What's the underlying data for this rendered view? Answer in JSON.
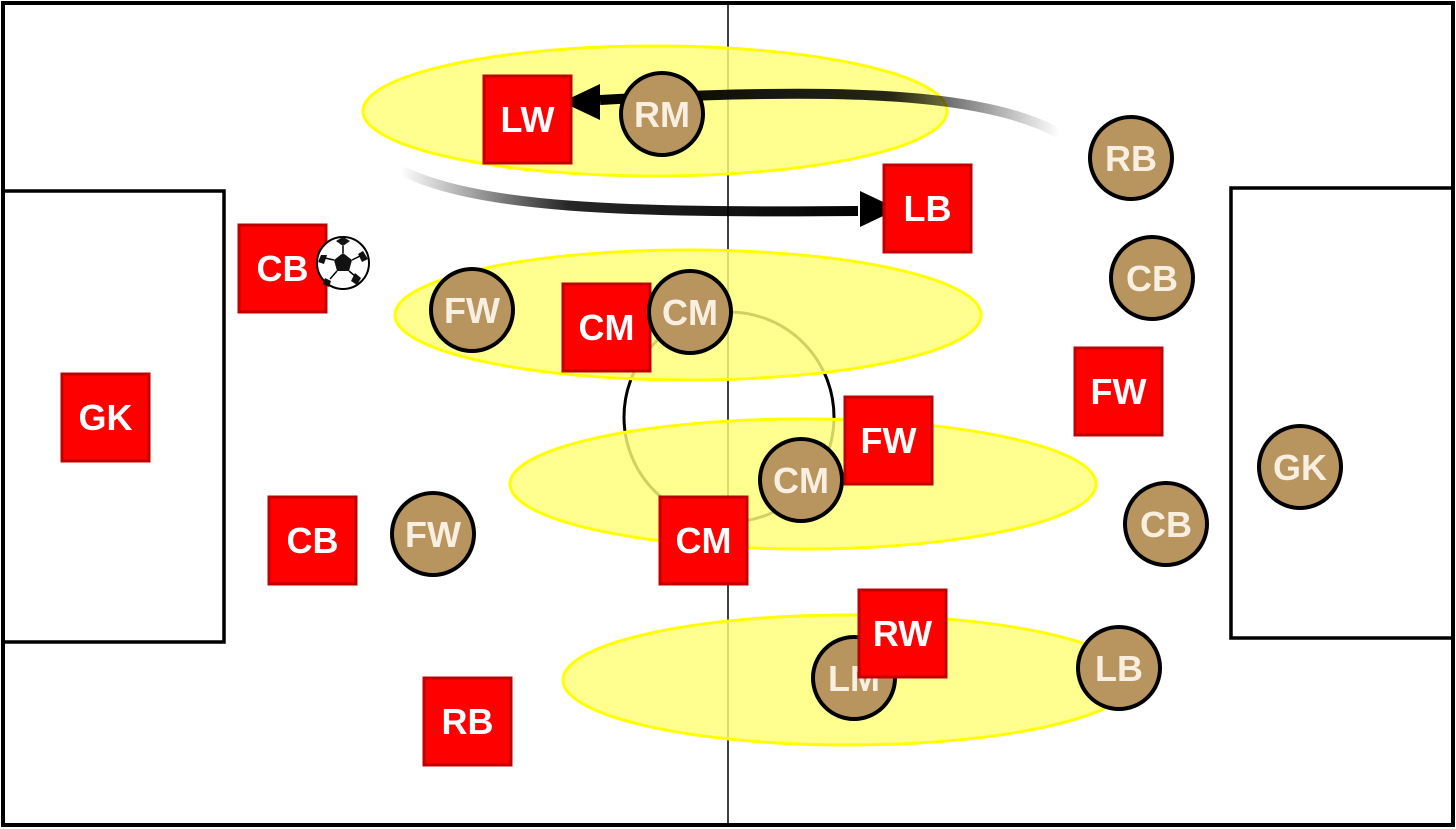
{
  "colors": {
    "team_red": "#ff0000",
    "team_red_border": "#c00000",
    "team_tan": "#b8955e",
    "zone": "#ffff77",
    "zone_border": "#ffff00",
    "lines": "#000000"
  },
  "icons": {
    "ball": "soccer-ball-icon"
  },
  "red_team": [
    {
      "id": "gk",
      "label": "GK"
    },
    {
      "id": "cb-top",
      "label": "CB"
    },
    {
      "id": "cb-bottom",
      "label": "CB"
    },
    {
      "id": "rb",
      "label": "RB"
    },
    {
      "id": "lw",
      "label": "LW"
    },
    {
      "id": "lb",
      "label": "LB"
    },
    {
      "id": "cm-top",
      "label": "CM"
    },
    {
      "id": "cm-bottom",
      "label": "CM"
    },
    {
      "id": "fw-mid",
      "label": "FW"
    },
    {
      "id": "fw-right",
      "label": "FW"
    },
    {
      "id": "rw",
      "label": "RW"
    }
  ],
  "tan_team": [
    {
      "id": "gk",
      "label": "GK"
    },
    {
      "id": "rb",
      "label": "RB"
    },
    {
      "id": "cb-top",
      "label": "CB"
    },
    {
      "id": "cb-bottom",
      "label": "CB"
    },
    {
      "id": "lb",
      "label": "LB"
    },
    {
      "id": "rm",
      "label": "RM"
    },
    {
      "id": "lm",
      "label": "LM"
    },
    {
      "id": "cm-top",
      "label": "CM"
    },
    {
      "id": "cm-bottom",
      "label": "CM"
    },
    {
      "id": "fw-top",
      "label": "FW"
    },
    {
      "id": "fw-bottom",
      "label": "FW"
    }
  ]
}
